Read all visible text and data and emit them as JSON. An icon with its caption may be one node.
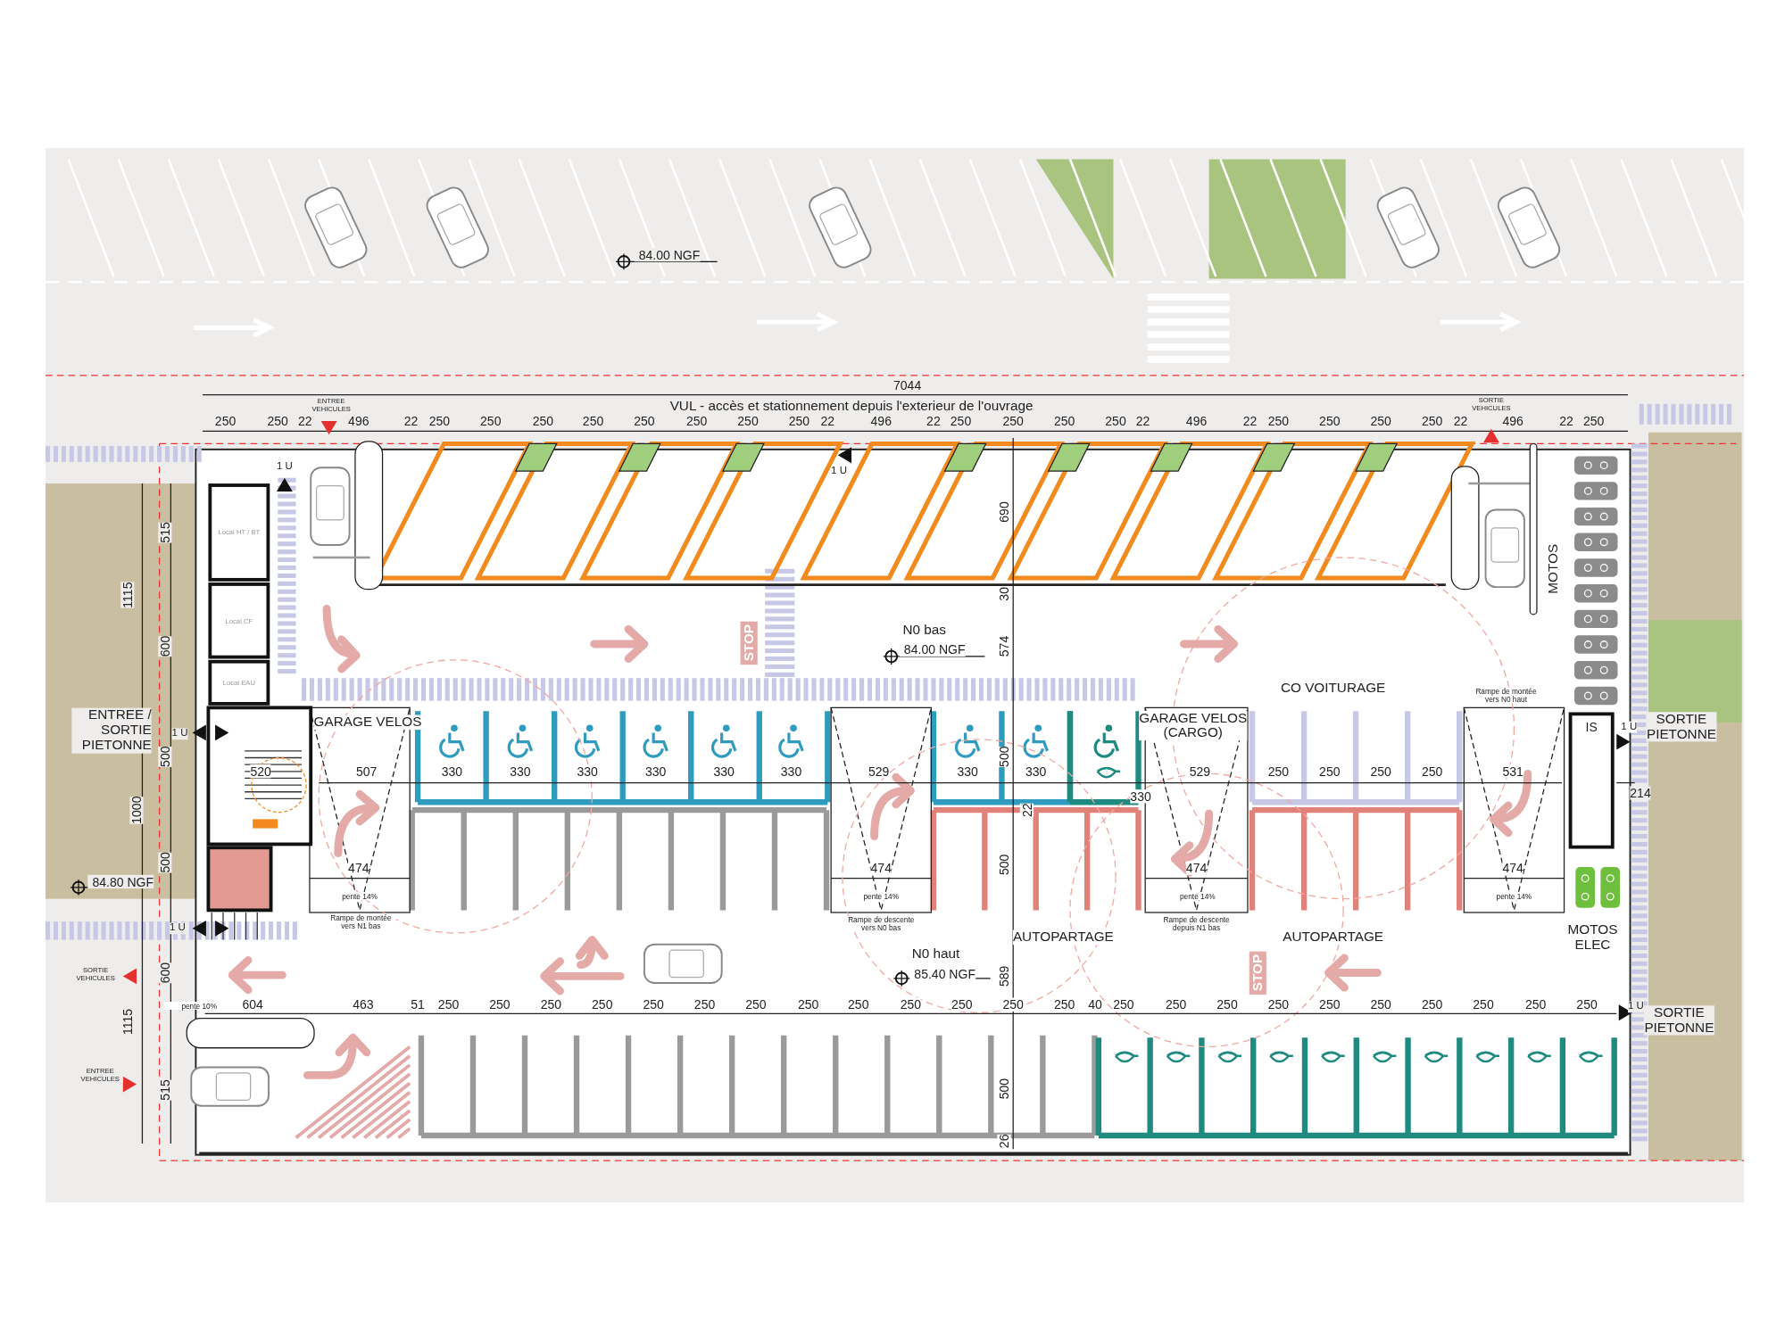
{
  "diagram": {
    "nodes": [
      {
        "text": [
          "Local HT / BT"
        ]
      },
      {
        "text": [
          "Local CF"
        ]
      },
      {
        "text": [
          "Local EAU"
        ]
      },
      {
        "text": [
          "IS"
        ]
      }
    ],
    "labels": [
      "84.00 NGF",
      "ENTREE VEHICULES",
      "7044",
      "VUL - accès et stationnement depuis l'exterieur de l'ouvrage",
      "SORTIE VEHICULES",
      "250",
      "250",
      "22",
      "496",
      "22",
      "250",
      "250",
      "250",
      "250",
      "250",
      "250",
      "250",
      "250",
      "22",
      "496",
      "22",
      "250",
      "250",
      "250",
      "250",
      "22",
      "496",
      "22",
      "250",
      "250",
      "250",
      "250",
      "22",
      "496",
      "22",
      "250",
      "1 U",
      "1 U",
      "515",
      "690",
      "MOTOS",
      "30",
      "1115",
      "N0 bas",
      "STOP",
      "600",
      "574",
      "84.00 NGF",
      "CO VOITURAGE",
      "Rampe de montée vers N0 haut",
      "GARAGE VELOS",
      "ENTREE / SORTIE PIETONNE",
      "1 U",
      "GARAGE VELOS (CARGO)",
      "1 U",
      "SORTIE PIETONNE",
      "500",
      "500",
      "520",
      "507",
      "330",
      "330",
      "330",
      "330",
      "330",
      "330",
      "529",
      "330",
      "330",
      "529",
      "250",
      "250",
      "250",
      "250",
      "531",
      "330",
      "214",
      "1000",
      "22",
      "500",
      "500",
      "474",
      "474",
      "474",
      "474",
      "84.80 NGF",
      "pente 14%",
      "pente 14%",
      "pente 14%",
      "pente 14%",
      "Rampe de montée vers N1 bas",
      "Rampe de descente vers N0 bas",
      "Rampe de descente depuis N1 bas",
      "1 U",
      "AUTOPARTAGE",
      "AUTOPARTAGE",
      "MOTOS ELEC",
      "N0 haut",
      "SORTIE VEHICULES",
      "600",
      "STOP",
      "85.40 NGF",
      "589",
      "1115",
      "pente 10%",
      "604",
      "463",
      "51",
      "250",
      "250",
      "250",
      "250",
      "250",
      "250",
      "250",
      "250",
      "250",
      "250",
      "250",
      "250",
      "250",
      "40",
      "250",
      "250",
      "250",
      "250",
      "250",
      "250",
      "250",
      "250",
      "250",
      "250",
      "1 U",
      "SORTIE PIETONNE",
      "ENTREE VEHICULES",
      "515",
      "500",
      "26"
    ]
  }
}
